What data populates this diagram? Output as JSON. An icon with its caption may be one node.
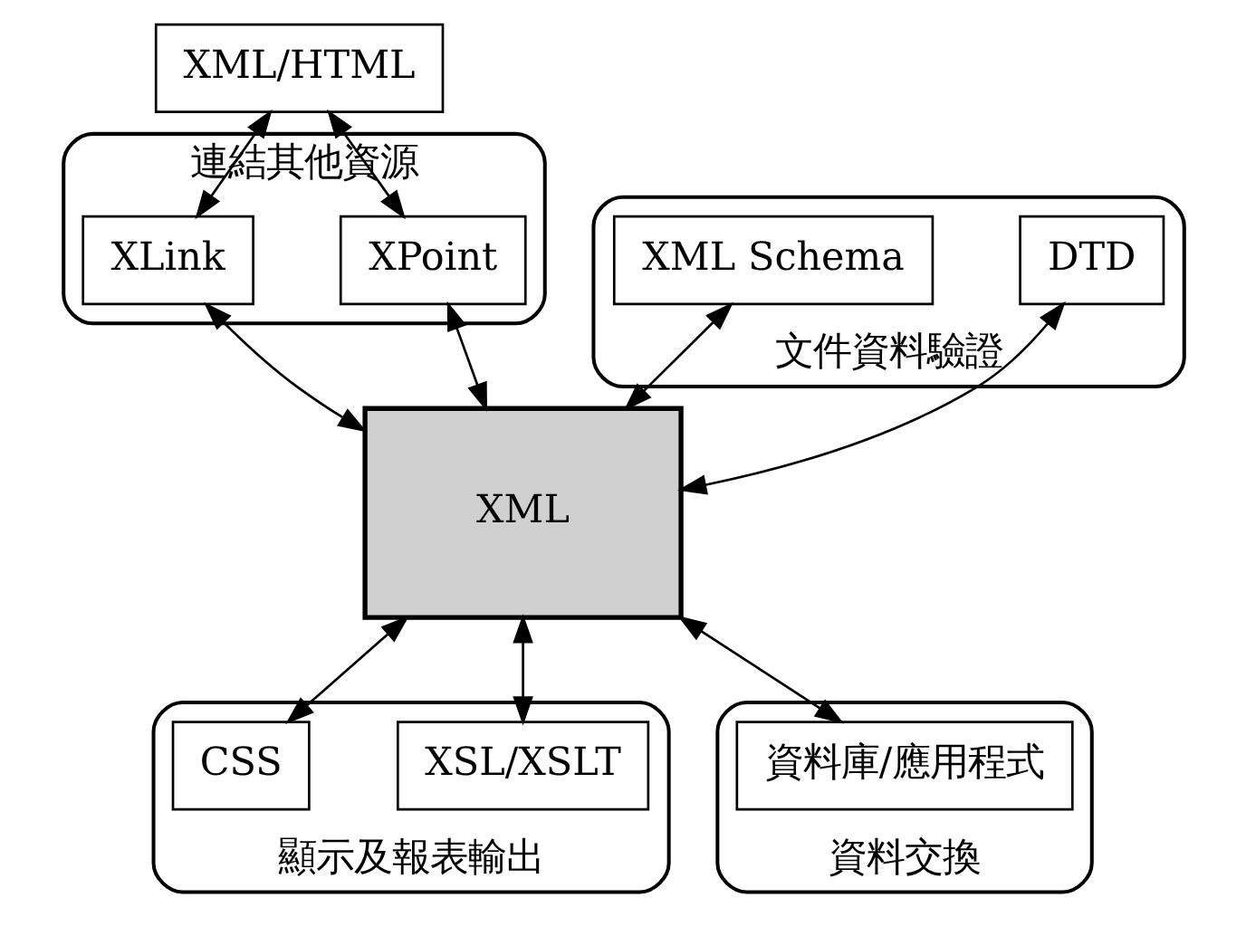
{
  "diagram": {
    "nodes": [
      {
        "text": [
          "XML/HTML"
        ]
      },
      {
        "text": [],
        "shape": "ellipse",
        "beside": [
          "連結其他資源"
        ]
      },
      {
        "text": [
          "XPoint"
        ],
        "in": 1
      },
      {
        "text": [
          "XLink"
        ],
        "in": 1
      },
      {
        "text": [],
        "shape": "ellipse",
        "beside": [
          "文件資料驗證"
        ]
      },
      {
        "text": [
          "DTD"
        ],
        "in": 4
      },
      {
        "text": [
          "XML Schema"
        ],
        "in": 4
      },
      {
        "text": [
          "XML"
        ]
      },
      {
        "text": [],
        "shape": "ellipse",
        "beside": [
          "顯示及報表輸出"
        ]
      },
      {
        "text": [
          "XSL/XSLT"
        ],
        "in": 8
      },
      {
        "text": [
          "CSS"
        ],
        "in": 8
      },
      {
        "text": [],
        "shape": "ellipse",
        "beside": [
          "資料交換"
        ]
      },
      {
        "text": [
          "資料庫/應用程式"
        ],
        "in": 11
      }
    ],
    "edges": [
      {
        "from": 0,
        "to": 2,
        "arrow": "both"
      },
      {
        "from": 0,
        "to": 3,
        "arrow": "both"
      },
      {
        "from": 2,
        "to": 7,
        "arrow": "both"
      },
      {
        "from": 3,
        "to": 7,
        "arrow": "both"
      },
      {
        "from": 5,
        "to": 7,
        "arrow": "both"
      },
      {
        "from": 6,
        "to": 7,
        "arrow": "both"
      },
      {
        "from": 7,
        "to": 9,
        "arrow": "both"
      },
      {
        "from": 7,
        "to": 10,
        "arrow": "both"
      },
      {
        "from": 7,
        "to": 12,
        "arrow": "both"
      }
    ]
  }
}
